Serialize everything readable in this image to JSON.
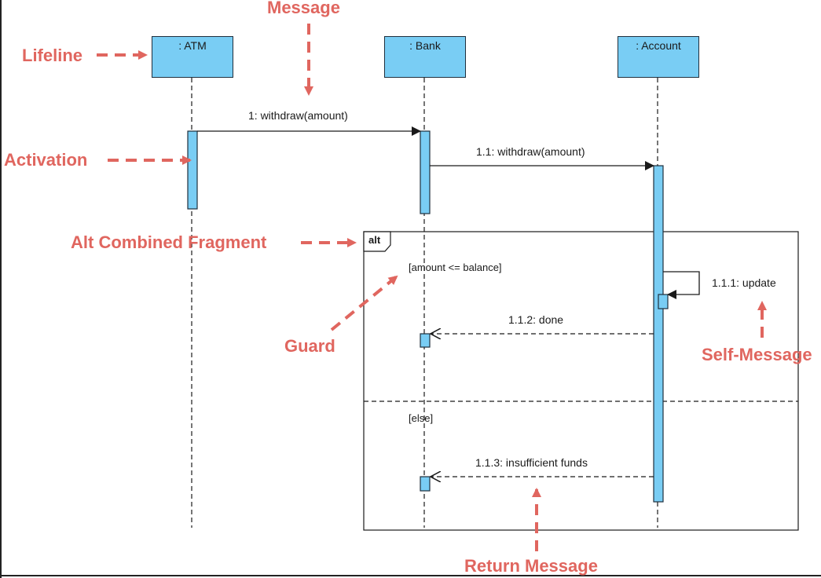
{
  "lifelines": [
    {
      "id": "atm",
      "label": ": ATM"
    },
    {
      "id": "bank",
      "label": ": Bank"
    },
    {
      "id": "account",
      "label": ": Account"
    }
  ],
  "messages": [
    {
      "id": "withdraw",
      "label": "1: withdraw(amount)"
    },
    {
      "id": "withdraw2",
      "label": "1.1: withdraw(amount)"
    },
    {
      "id": "update",
      "label": "1.1.1: update"
    },
    {
      "id": "done",
      "label": "1.1.2: done"
    },
    {
      "id": "insufficient",
      "label": "1.1.3: insufficient funds"
    }
  ],
  "fragment": {
    "operator": "alt",
    "guards": [
      "[amount <= balance]",
      "[else]"
    ]
  },
  "annotations": {
    "message": "Message",
    "lifeline": "Lifeline",
    "activation": "Activation",
    "alt_fragment": "Alt Combined Fragment",
    "guard": "Guard",
    "self_message": "Self-Message",
    "return_message": "Return Message"
  },
  "colors": {
    "lifeline_fill": "#79cdf4",
    "annotation": "#e0665f",
    "line": "#1a1a1a"
  }
}
